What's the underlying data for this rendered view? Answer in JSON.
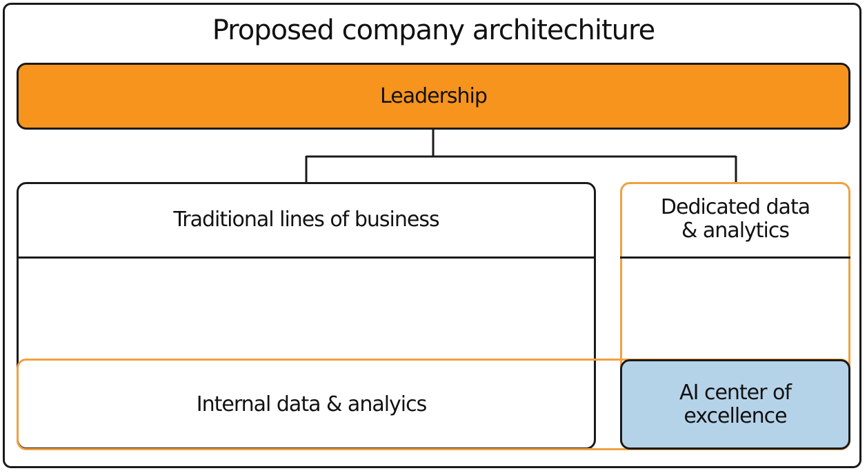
{
  "title": "Proposed company architechiture",
  "nodes": {
    "leadership": "Leadership",
    "traditional_lob": "Traditional lines of business",
    "dedicated_data_line1": "Dedicated data",
    "dedicated_data_line2": "& analytics",
    "internal_data": "Internal data & analyics",
    "ai_coe_line1": "AI center of",
    "ai_coe_line2": "excellence"
  },
  "colors": {
    "leadership_fill": "#f7941d",
    "orange_outline": "#f0a040",
    "ai_fill": "#b5d3e8",
    "stroke": "#1a1a1a"
  }
}
